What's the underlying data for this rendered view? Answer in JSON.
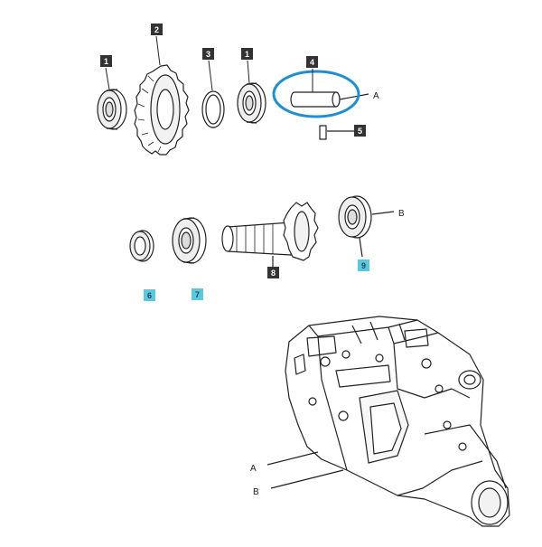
{
  "colors": {
    "badge_dark": "#333333",
    "badge_highlight": "#5cc8dc",
    "callout_ring": "#1e8fd0",
    "line": "#222222",
    "fill": "#ffffff"
  },
  "callouts": [
    {
      "id": "badge-1-left",
      "label": "1",
      "highlight": false
    },
    {
      "id": "badge-2",
      "label": "2",
      "highlight": false
    },
    {
      "id": "badge-3",
      "label": "3",
      "highlight": false
    },
    {
      "id": "badge-1-right",
      "label": "1",
      "highlight": false
    },
    {
      "id": "badge-4",
      "label": "4",
      "highlight": false
    },
    {
      "id": "badge-5",
      "label": "5",
      "highlight": false
    },
    {
      "id": "badge-6",
      "label": "6",
      "highlight": true
    },
    {
      "id": "badge-7",
      "label": "7",
      "highlight": true
    },
    {
      "id": "badge-8",
      "label": "8",
      "highlight": false
    },
    {
      "id": "badge-9",
      "label": "9",
      "highlight": true
    }
  ],
  "refs": {
    "a_top": "A",
    "b_mid": "B",
    "a_housing": "A",
    "b_housing": "B"
  }
}
